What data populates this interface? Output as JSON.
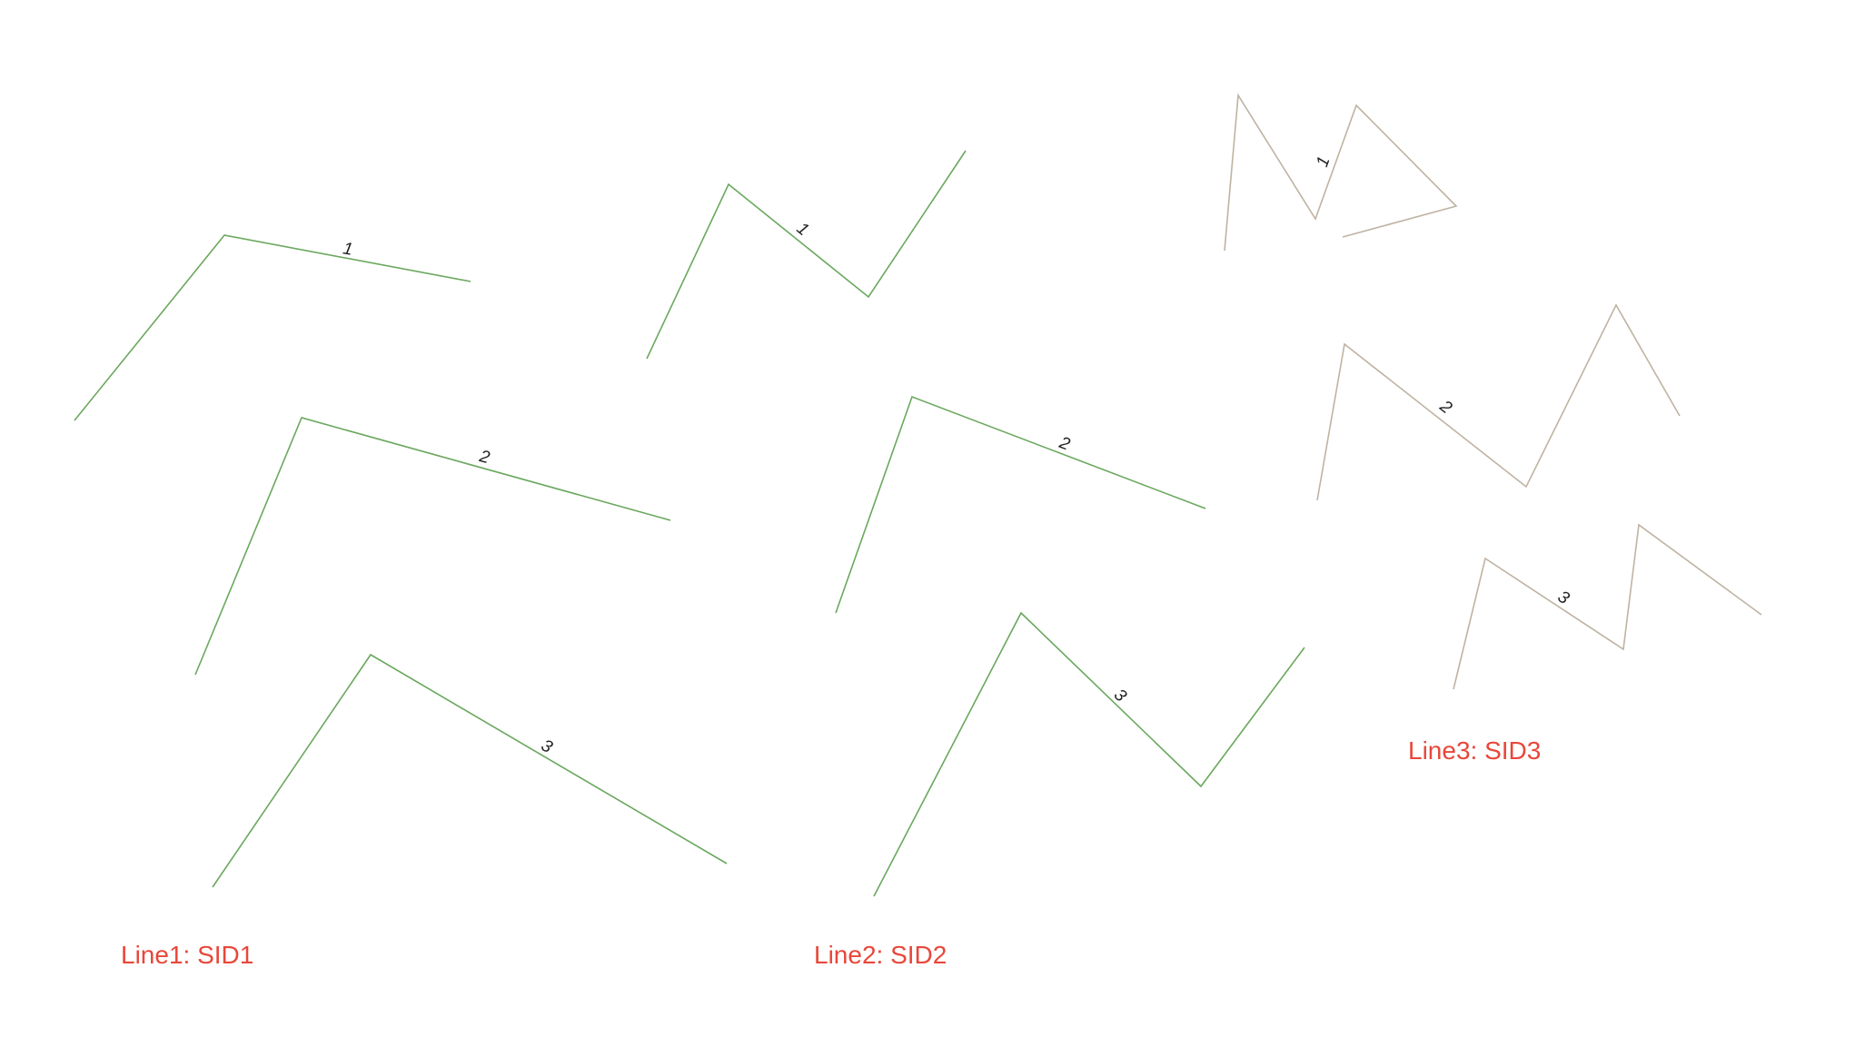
{
  "colors": {
    "green_line": "#6aa85e",
    "tan_line": "#bfb3a2",
    "caption": "#e8473a",
    "segment_label": "#222222"
  },
  "groups": [
    {
      "caption": "Line1: SID1",
      "segments": [
        {
          "label": "1"
        },
        {
          "label": "2"
        },
        {
          "label": "3"
        }
      ]
    },
    {
      "caption": "Line2: SID2",
      "segments": [
        {
          "label": "1"
        },
        {
          "label": "2"
        },
        {
          "label": "3"
        }
      ]
    },
    {
      "caption": "Line3: SID3",
      "segments": [
        {
          "label": "1"
        },
        {
          "label": "2"
        },
        {
          "label": "3"
        }
      ]
    }
  ]
}
